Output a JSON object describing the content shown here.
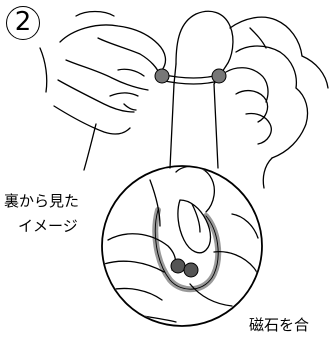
{
  "step": {
    "number": "2"
  },
  "captions": {
    "back_view_line1": "裏から見た",
    "back_view_line2": "イメージ",
    "magnet_cut": "磁石を合"
  },
  "colors": {
    "line": "#000000",
    "ring": "#9a9a9a",
    "bead": "#666666",
    "paper": "#ffffff"
  },
  "icons": [
    "hand-illustration-icon",
    "magnet-bead-icon",
    "magnifier-circle-icon"
  ]
}
